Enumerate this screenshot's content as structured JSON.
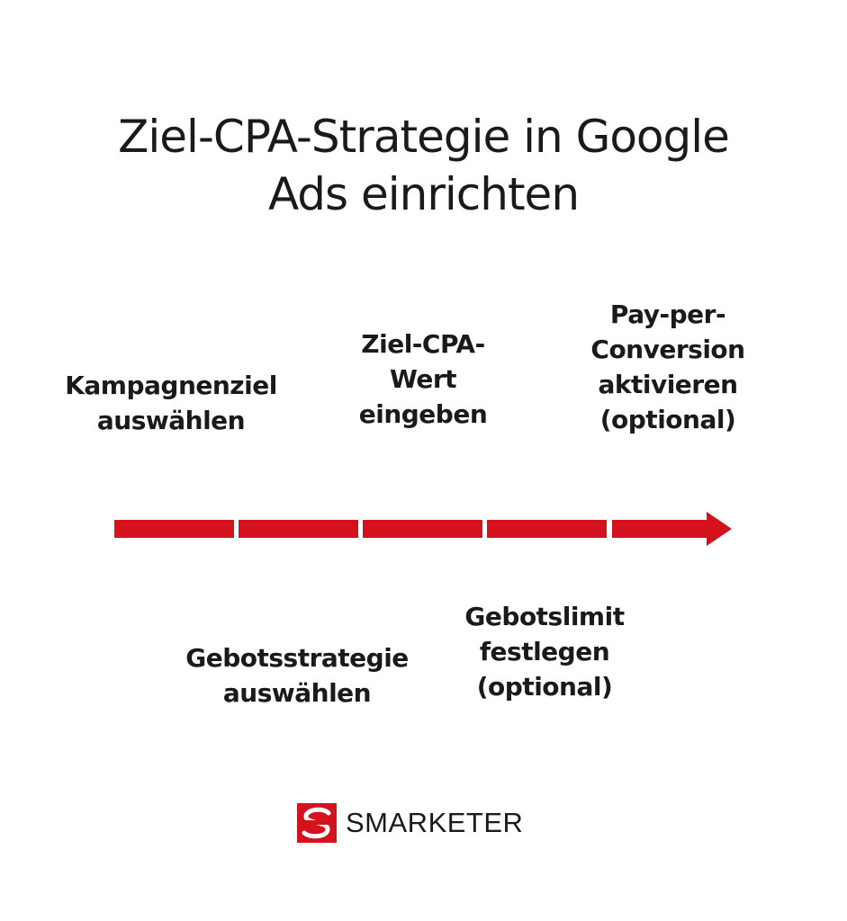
{
  "title": {
    "line1": "Ziel-CPA-Strategie in Google",
    "line2": "Ads einrichten"
  },
  "steps": [
    {
      "lines": [
        "Kampagnenziel",
        "auswählen"
      ]
    },
    {
      "lines": [
        "Gebotsstrategie",
        "auswählen"
      ]
    },
    {
      "lines": [
        "Ziel-CPA-",
        "Wert",
        "eingeben"
      ]
    },
    {
      "lines": [
        "Gebotslimit",
        "festlegen",
        "(optional)"
      ]
    },
    {
      "lines": [
        "Pay-per-",
        "Conversion",
        "aktivieren",
        "(optional)"
      ]
    }
  ],
  "timeline": {
    "segment_count": 5,
    "direction": "right",
    "color": "#d3121d"
  },
  "brand": {
    "name": "SMARKETER",
    "logo_icon": "smarketer-s-logo-icon",
    "color": "#d3121d"
  }
}
